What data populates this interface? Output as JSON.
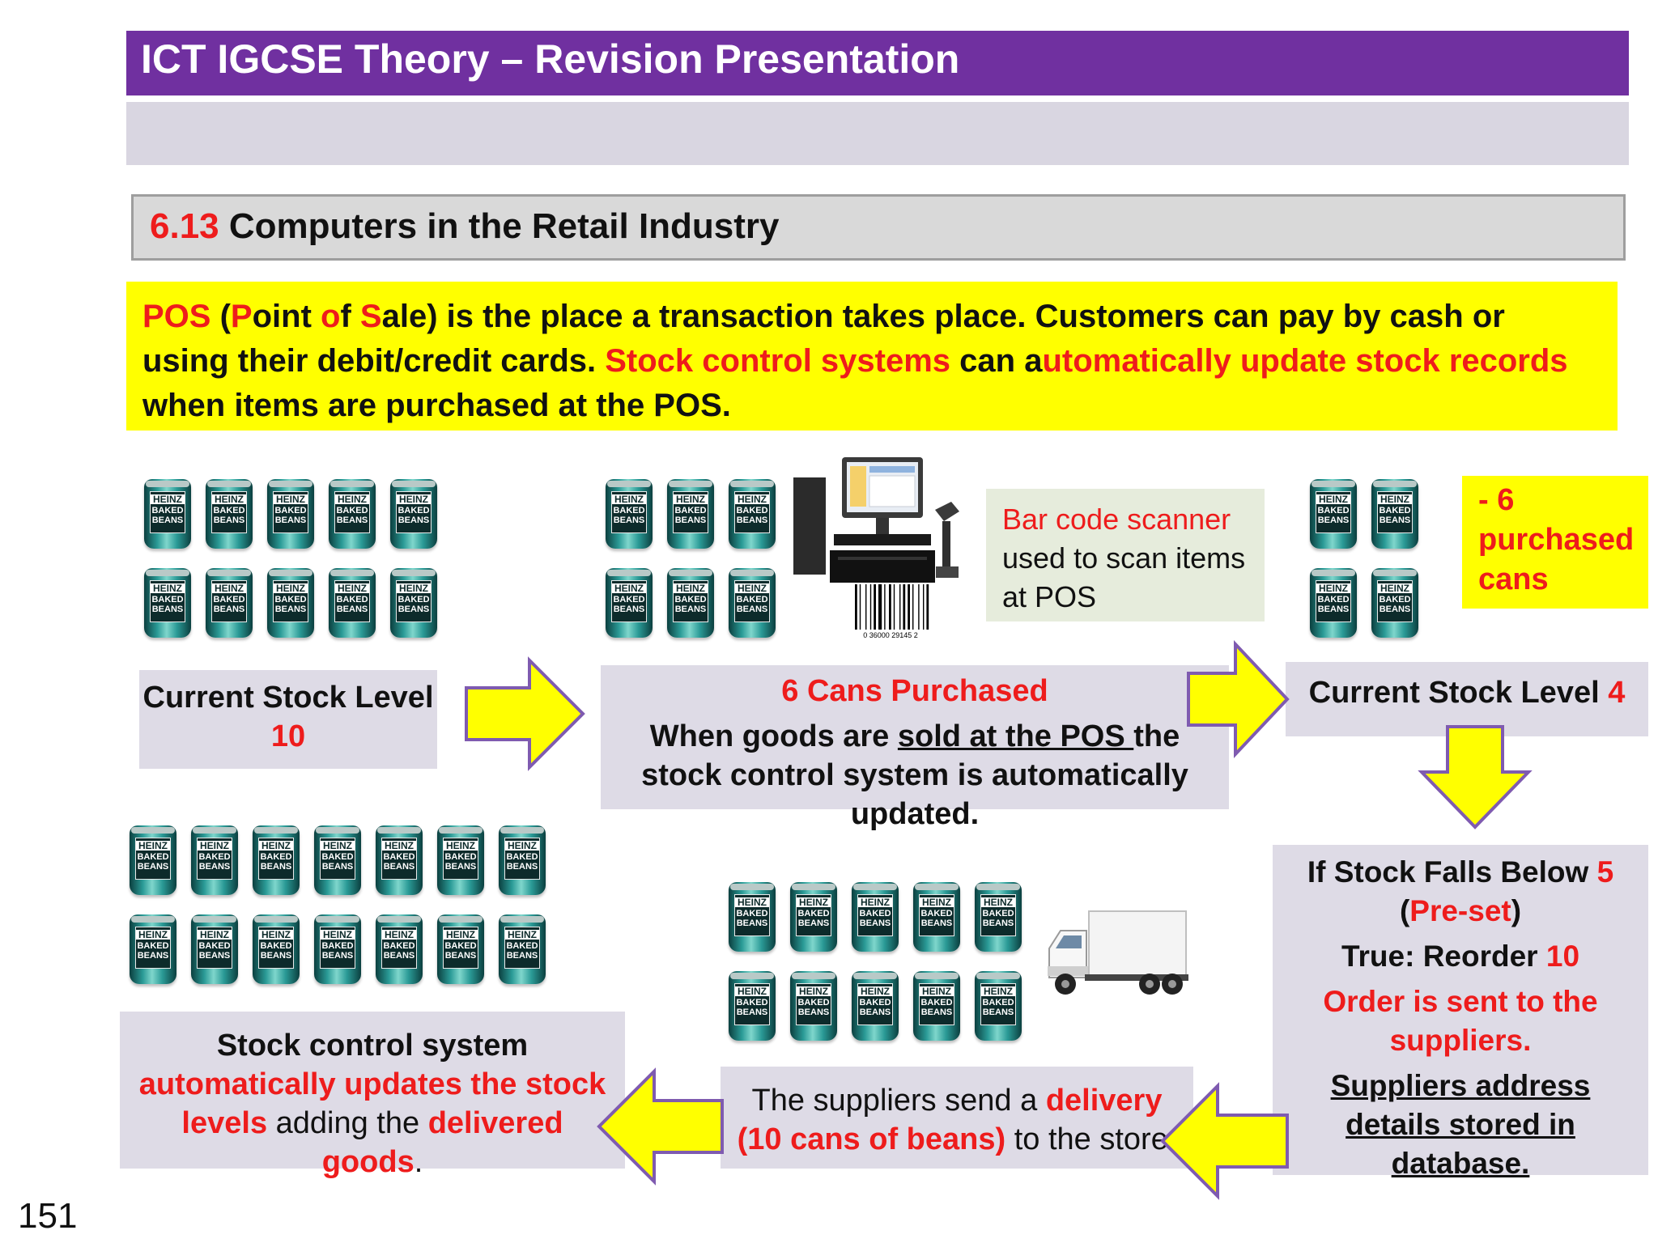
{
  "header": {
    "title": "ICT IGCSE Theory – Revision Presentation"
  },
  "section": {
    "number": "6.13",
    "title": "Computers in the Retail Industry"
  },
  "intro": {
    "pos": "POS",
    "open": " (",
    "p": "P",
    "oint": "oint ",
    "o": "o",
    "f": "f ",
    "s": "S",
    "rest1": "ale) is the place a transaction takes place. Customers can pay by cash or using their debit/credit cards. ",
    "stock_systems": "Stock control systems",
    "can_a": " can a",
    "auto_update": "utomatically update stock records",
    "rest2": " when items are purchased at the POS."
  },
  "can_label": {
    "brand": "HEINZ",
    "line1": "BAKED",
    "line2": "BEANS"
  },
  "stock1": {
    "label": "Current Stock Level",
    "value": "10"
  },
  "purchase": {
    "title": "6 Cans Purchased",
    "pre": "When goods are ",
    "link": "sold at the POS ",
    "post": "the stock control system is automatically updated."
  },
  "scanner": {
    "red": "Bar code scanner",
    "rest": " used to scan items at POS"
  },
  "barcode_digits": "0  36000 29145  2",
  "minus": {
    "line1": "- 6",
    "line2": "purchased",
    "line3": "cans"
  },
  "stock2": {
    "label": "Current Stock Level ",
    "value": "4"
  },
  "reorder": {
    "falls": "If Stock Falls Below ",
    "falls_val": "5",
    "preset_open": "(",
    "preset": "Pre-set",
    "preset_close": ")",
    "true_label": "True: Reorder ",
    "true_val": "10",
    "order_sent": "Order is sent to the suppliers.",
    "suppliers": "Suppliers address details stored in database."
  },
  "delivery": {
    "pre": "The suppliers send a ",
    "red": "delivery (10 cans of beans)",
    "post": " to the store."
  },
  "update": {
    "pre": "Stock control system ",
    "red1": "automatically updates the stock levels",
    "mid": " adding the ",
    "red2": "delivered goods",
    "post": "."
  },
  "page_number": "151",
  "colors": {
    "title_bg": "#7030a0",
    "intro_bg": "#ffff00",
    "accent_red": "#ee1c1c",
    "arrow_fill": "#ffff00",
    "arrow_stroke": "#7f5bb0",
    "panel_bg": "#dedbe6"
  }
}
